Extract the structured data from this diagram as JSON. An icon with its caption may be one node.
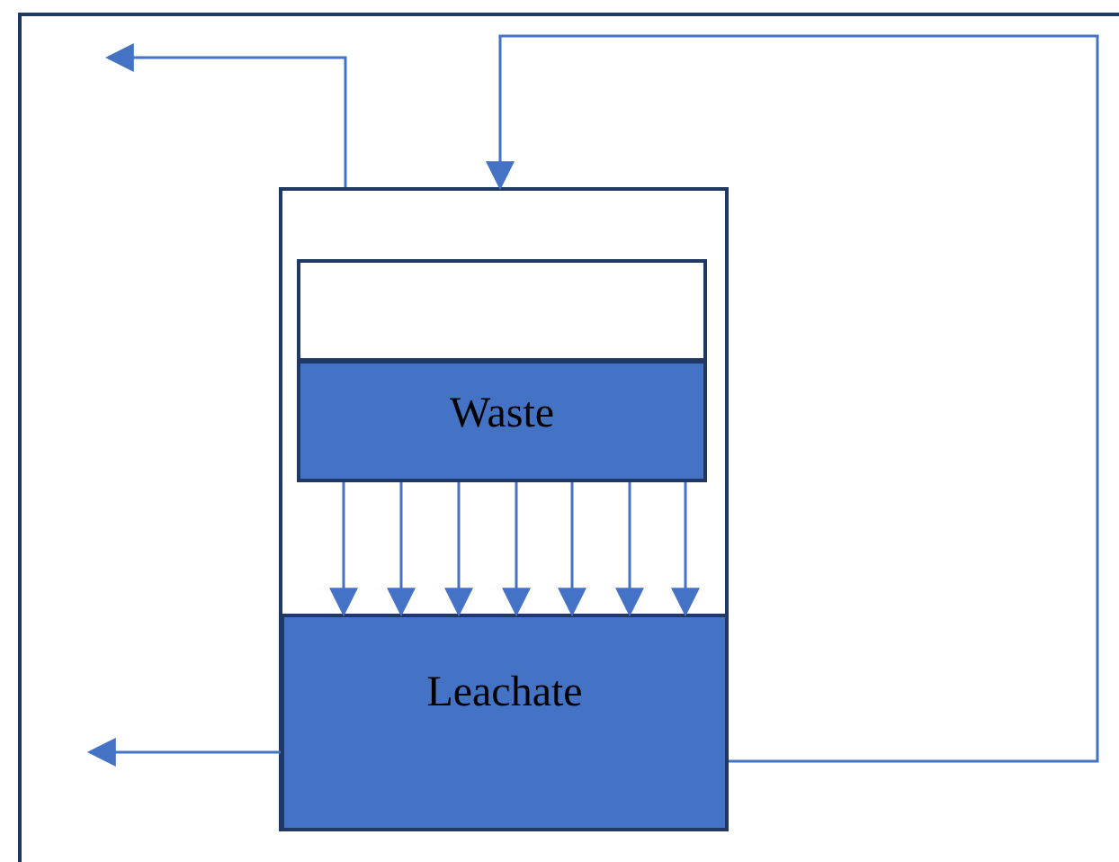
{
  "diagram": {
    "nodes": [
      {
        "text": [],
        "shape": "box"
      },
      {
        "text": [],
        "shape": "box",
        "in": 0
      },
      {
        "text": [
          "Waste"
        ],
        "in": 0
      },
      {
        "text": [
          "Leachate"
        ],
        "in": 0
      }
    ],
    "edges": [
      {
        "from": 0,
        "to": null,
        "arrow": "to"
      },
      {
        "from": 3,
        "to": 0,
        "arrow": "to"
      },
      {
        "from": 3,
        "to": null,
        "arrow": "to"
      },
      {
        "from": 2,
        "to": 3,
        "arrow": "to"
      },
      {
        "from": 2,
        "to": 3,
        "arrow": "to"
      },
      {
        "from": 2,
        "to": 3,
        "arrow": "to"
      },
      {
        "from": 2,
        "to": 3,
        "arrow": "to"
      },
      {
        "from": 2,
        "to": 3,
        "arrow": "to"
      },
      {
        "from": 2,
        "to": 3,
        "arrow": "to"
      },
      {
        "from": 2,
        "to": 3,
        "arrow": "to"
      }
    ]
  }
}
